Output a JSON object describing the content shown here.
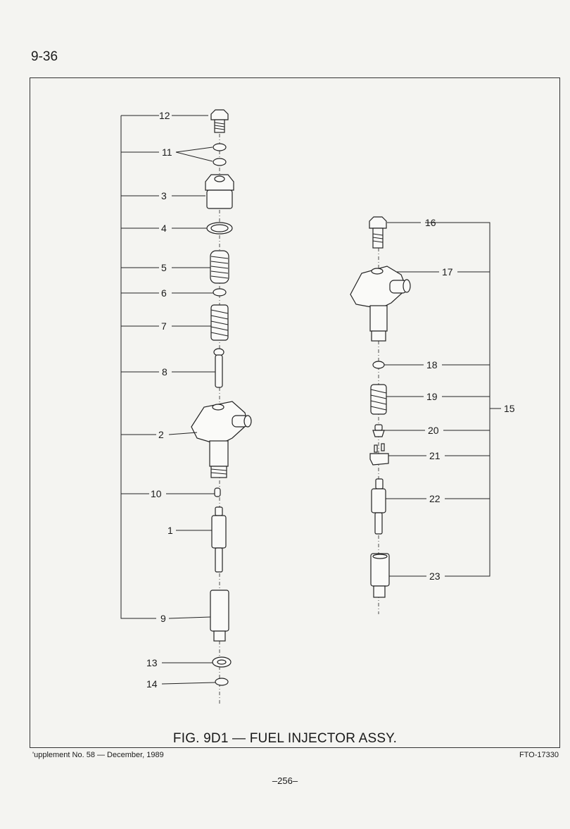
{
  "header": {
    "page_code": "9-36"
  },
  "figure": {
    "caption": "FIG. 9D1 — FUEL INJECTOR ASSY.",
    "callouts_left": [
      "12",
      "11",
      "3",
      "4",
      "5",
      "6",
      "7",
      "8",
      "2",
      "10",
      "1",
      "9",
      "13",
      "14"
    ],
    "callouts_right": [
      "16",
      "17",
      "18",
      "19",
      "20",
      "21",
      "22",
      "23",
      "15"
    ]
  },
  "footer": {
    "supplement": "'upplement No. 58 — December, 1989",
    "doc_number": "FTO-17330",
    "page_number": "–256–"
  }
}
